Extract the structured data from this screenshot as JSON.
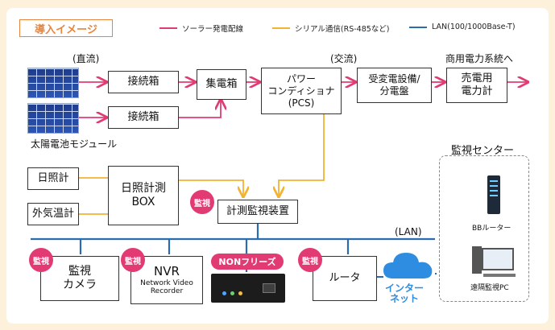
{
  "tag": "導入イメージ",
  "legend": [
    {
      "label": "ソーラー発電配線",
      "color": "#e23b74"
    },
    {
      "label": "シリアル通信(RS-485など)",
      "color": "#f2b233"
    },
    {
      "label": "LAN(100/1000Base-T)",
      "color": "#2b6cb0"
    }
  ],
  "labels": {
    "dc": "(直流)",
    "ac": "(交流)",
    "grid": "商用電力系統へ",
    "module": "太陽電池モジュール",
    "lan": "(LAN)",
    "center": "監視センター",
    "internet": "インター\nネット",
    "bb": "BBルーター",
    "pc": "遠隔監視PC"
  },
  "boxes": {
    "junction1": "接続箱",
    "junction2": "接続箱",
    "collector": "集電箱",
    "pcs": "パワー\nコンディショナ\n(PCS)",
    "substation": "受変電設備/\n分電盤",
    "meter": "売電用\n電力計",
    "irr": "日照計",
    "temp": "外気温計",
    "irrbox": "日照計測\nBOX",
    "monitor": "計測監視装置",
    "camera": "監視\nカメラ",
    "nvr_title": "NVR",
    "nvr_sub": "Network Video\nRecorder",
    "router": "ルータ"
  },
  "badge": "監視",
  "non": "NONフリーズ",
  "colors": {
    "solar": "#e23b74",
    "serial": "#f2b233",
    "lan": "#2b6cb0",
    "badge": "#e23b74",
    "tag": "#e8843b"
  }
}
